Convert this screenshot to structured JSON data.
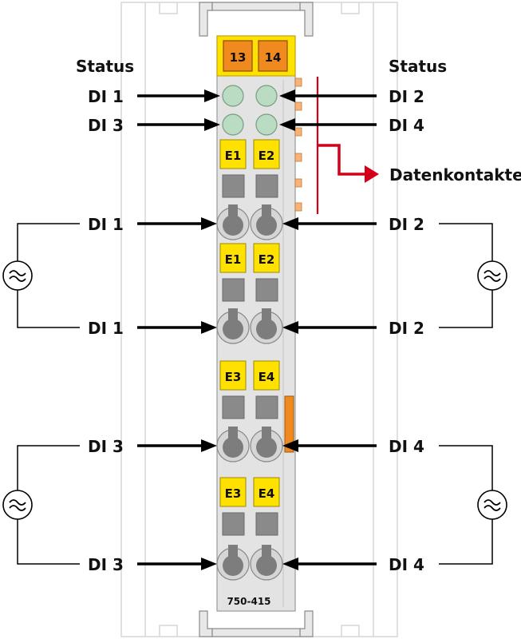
{
  "header": {
    "status_left": "Status",
    "status_right": "Status"
  },
  "module": {
    "address_labels": [
      "13",
      "14"
    ],
    "model_number": "750-415",
    "colors": {
      "yellow": "#ffe100",
      "orange": "#f08a1e",
      "body_gray": "#e3e3e3",
      "led_green": "#b9dcc3",
      "square_gray": "#8a8a8a",
      "clamp_gray": "#7d7d7d",
      "arrow_black": "#000000",
      "data_contact_red": "#d4001a"
    }
  },
  "rows": [
    {
      "type": "status",
      "left": "DI 1",
      "right": "DI 2"
    },
    {
      "type": "status",
      "left": "DI 3",
      "right": "DI 4"
    },
    {
      "type": "terminal",
      "left": "DI 1",
      "right": "DI 2"
    },
    {
      "type": "terminal",
      "left": "DI 1",
      "right": "DI 2"
    },
    {
      "type": "terminal",
      "left": "DI 3",
      "right": "DI 4"
    },
    {
      "type": "terminal",
      "left": "DI 3",
      "right": "DI 4"
    }
  ],
  "channel_tags": [
    [
      "E1",
      "E2"
    ],
    [
      "E1",
      "E2"
    ],
    [
      "E3",
      "E4"
    ],
    [
      "E3",
      "E4"
    ]
  ],
  "data_contacts": {
    "label": "Datenkontakte"
  },
  "sources": {
    "symbol": "ac-source-icon",
    "glyph": "≈"
  }
}
